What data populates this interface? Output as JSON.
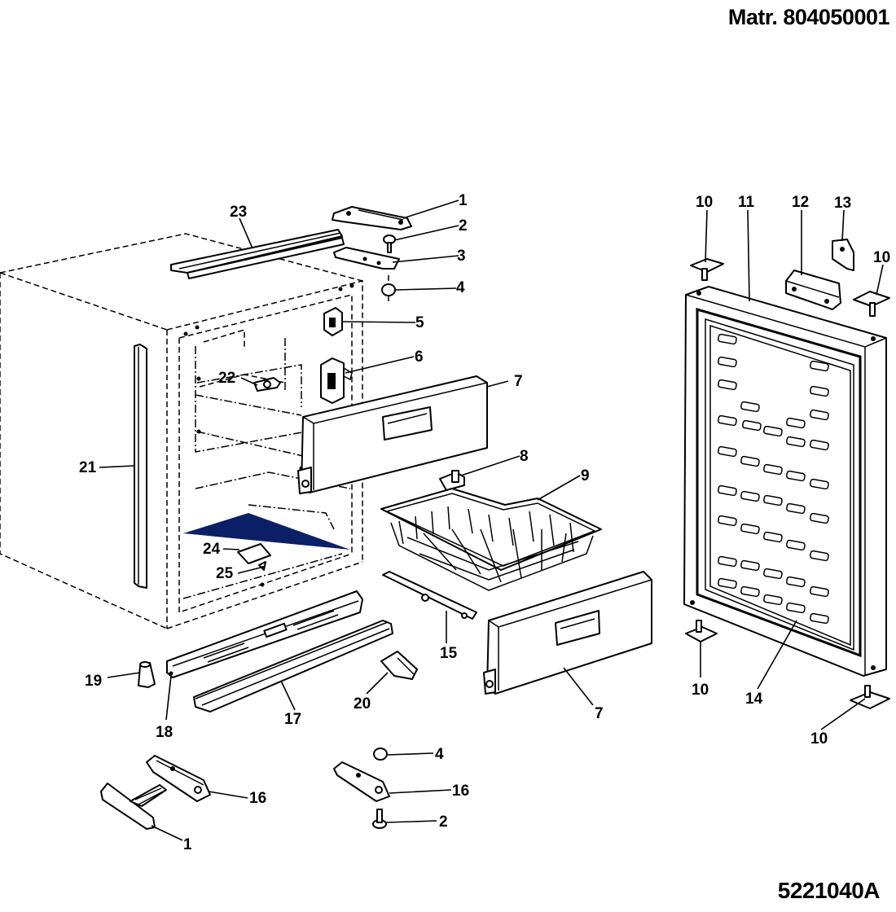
{
  "header": {
    "material_code": "Matr. 804050001"
  },
  "footer": {
    "drawing_code": "5221040A"
  },
  "accent_color": "#0a1f66",
  "part_labels": {
    "p1_top": "1",
    "p2_top": "2",
    "p3": "3",
    "p4_top": "4",
    "p5": "5",
    "p6": "6",
    "p7_upper": "7",
    "p8": "8",
    "p9": "9",
    "p10_a": "10",
    "p10_b": "10",
    "p10_c": "10",
    "p10_d": "10",
    "p11": "11",
    "p12": "12",
    "p13": "13",
    "p14": "14",
    "p15": "15",
    "p16_left": "16",
    "p16_right": "16",
    "p17": "17",
    "p18": "18",
    "p19": "19",
    "p20": "20",
    "p21": "21",
    "p22": "22",
    "p23": "23",
    "p24": "24",
    "p25": "25",
    "p7_lower": "7",
    "p1_bottom": "1",
    "p2_bottom": "2",
    "p4_bottom": "4"
  }
}
